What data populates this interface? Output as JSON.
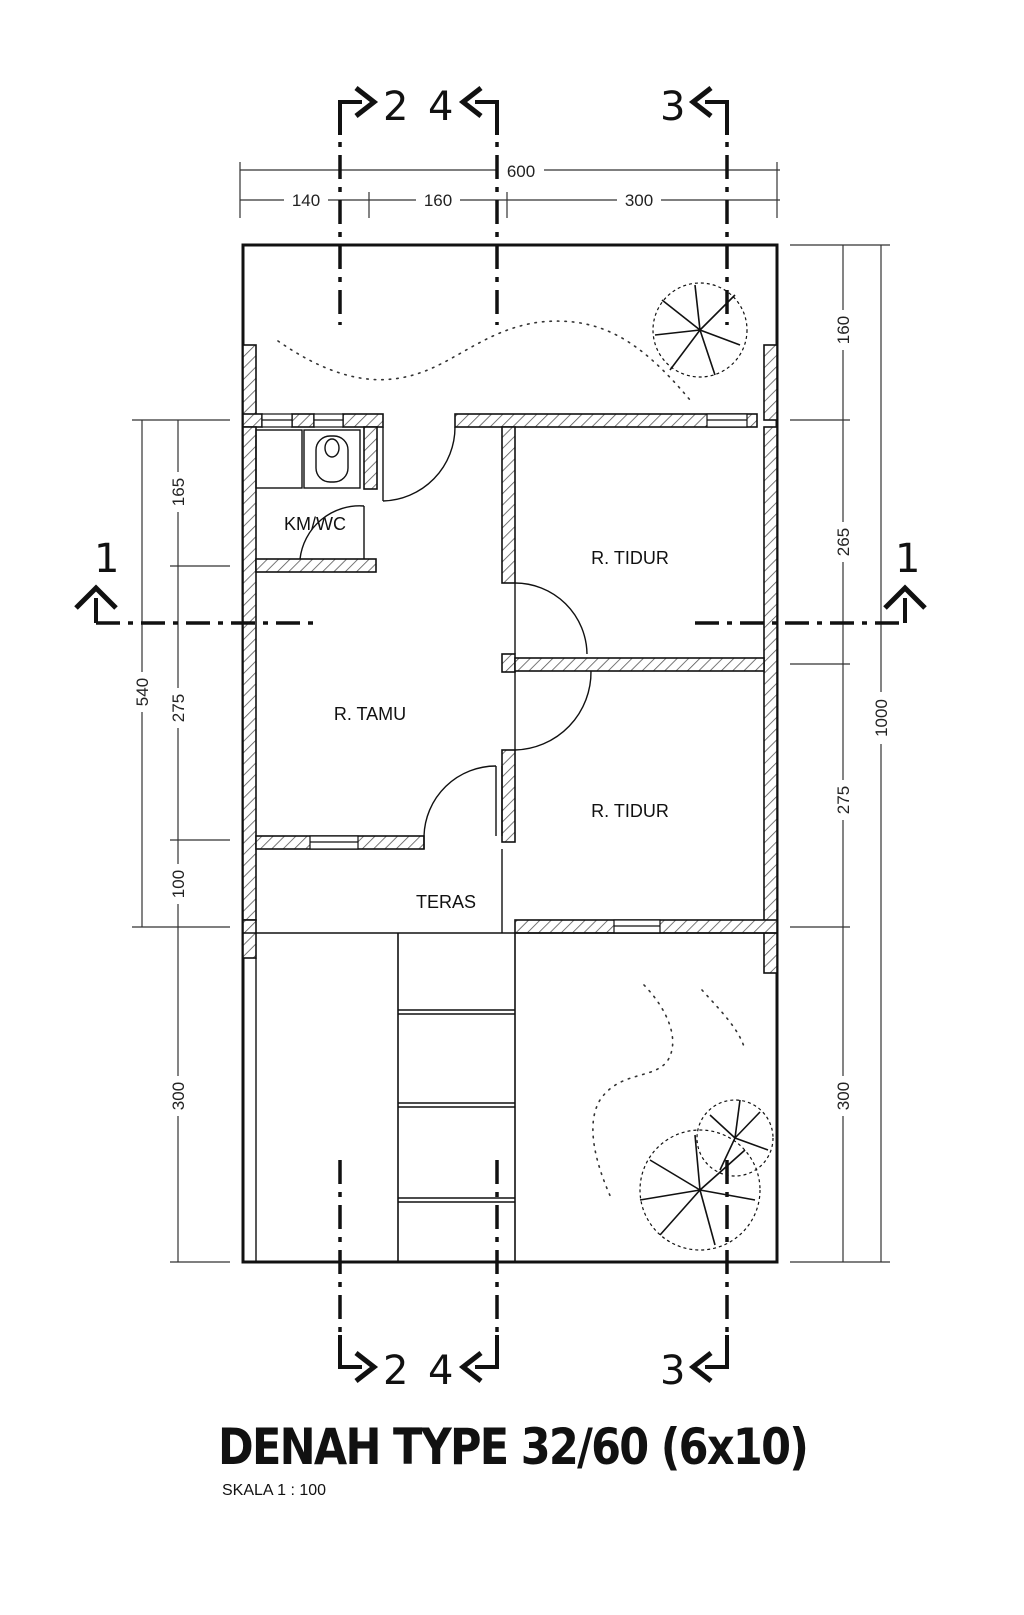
{
  "drawing": {
    "title": "DENAH TYPE 32/60 (6x10)",
    "scale": "SKALA 1 : 100"
  },
  "rooms": {
    "kmwc": "KM/WC",
    "tidur_1": "R. TIDUR",
    "tidur_2": "R. TIDUR",
    "tamu": "R. TAMU",
    "teras": "TERAS"
  },
  "dimensions": {
    "top_total": "600",
    "top_1": "140",
    "top_2": "160",
    "top_3": "300",
    "right_1": "160",
    "right_2": "265",
    "right_3": "275",
    "right_4": "300",
    "right_total": "1000",
    "left_total": "540",
    "left_1": "165",
    "left_2": "275",
    "left_3": "100",
    "left_4": "300"
  },
  "section_marks": {
    "s1_left": "1",
    "s1_right": "1",
    "s2_top": "2",
    "s4_top": "4",
    "s3_top": "3",
    "s2_bottom": "2",
    "s4_bottom": "4",
    "s3_bottom": "3"
  },
  "colors": {
    "ink": "#111111",
    "hatch": "#555555",
    "background": "#ffffff"
  }
}
